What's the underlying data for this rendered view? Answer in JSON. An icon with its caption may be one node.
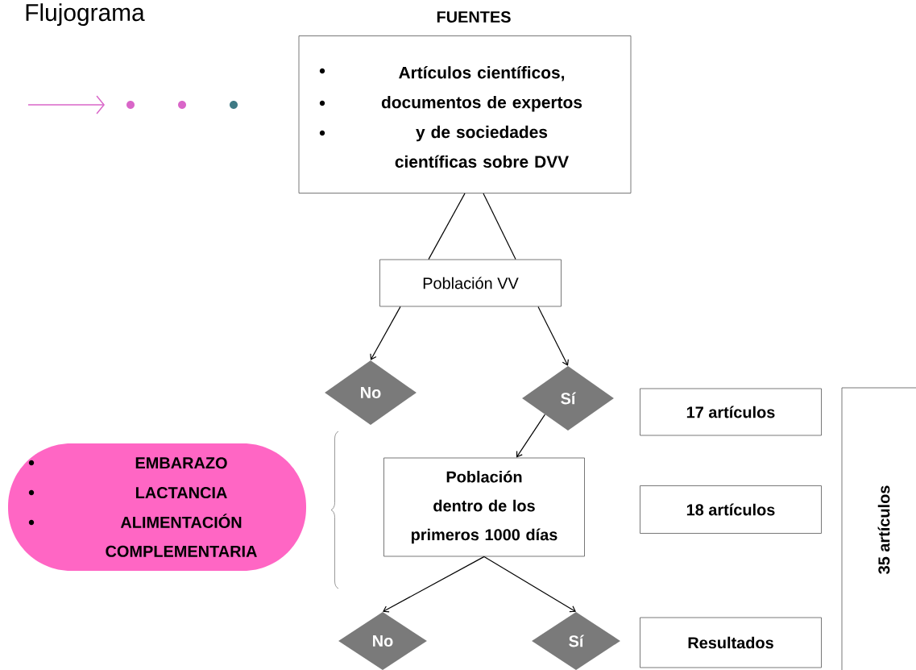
{
  "diagram": {
    "title": "Flujograma",
    "nodes": [
      {
        "text": [
          "FUENTES",
          "Artículos científicos, documentos de expertos y de sociedades científicas sobre DVV"
        ]
      },
      {
        "text": [
          "Población VV"
        ]
      },
      {
        "text": [
          "No"
        ]
      },
      {
        "text": [
          "Sí"
        ]
      },
      {
        "text": [
          "17 artículos"
        ]
      },
      {
        "text": [
          "EMBARAZO",
          "LACTANCIA",
          "ALIMENTACIÓN COMPLEMENTARIA"
        ]
      },
      {
        "text": [
          "Población dentro de los primeros 1000 días"
        ]
      },
      {
        "text": [
          "18 artículos"
        ]
      },
      {
        "text": [
          "No"
        ]
      },
      {
        "text": [
          "Sí"
        ]
      },
      {
        "text": [
          "Resultados"
        ]
      },
      {
        "text": [
          "35 artículos"
        ]
      }
    ],
    "edges": [
      {
        "from": 0,
        "to": 1,
        "arrow": "none"
      },
      {
        "from": 0,
        "to": 1,
        "arrow": "none"
      },
      {
        "from": 1,
        "to": 2,
        "arrow": "to"
      },
      {
        "from": 1,
        "to": 3,
        "arrow": "to"
      },
      {
        "from": 3,
        "to": 6,
        "arrow": "to"
      },
      {
        "from": 6,
        "to": 8,
        "arrow": "to"
      },
      {
        "from": 6,
        "to": 9,
        "arrow": "to"
      }
    ]
  }
}
